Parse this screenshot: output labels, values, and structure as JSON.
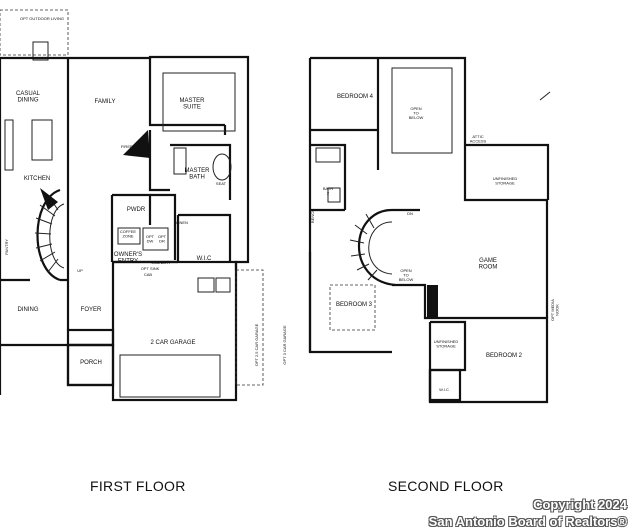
{
  "first_floor": {
    "title": "FIRST FLOOR",
    "rooms": {
      "opt_outdoor_living": "OPT OUTDOOR LIVING",
      "casual_dining": "CASUAL\nDINING",
      "family": "FAMILY",
      "master_suite": "MASTER\nSUITE",
      "fireplace": "FIREPLACE",
      "kitchen": "KITCHEN",
      "master_bath": "MASTER\nBATH",
      "seat": "SEAT",
      "pwdr": "PWDR",
      "linen": "LINEN",
      "coffee_zone": "COFFEE\nZONE",
      "opt_dw": "OPT\nDW",
      "opt_dr": "OPT\nDR",
      "owners_entry": "OWNER'S\nENTRY",
      "laundry": "LAUNDRY",
      "opt_sink": "OPT SINK",
      "cab": "CAB",
      "wic": "W.I.C",
      "dining": "DINING",
      "foyer": "FOYER",
      "porch": "PORCH",
      "garage": "2 CAR GARAGE",
      "opt_25_garage": "OPT 2.5 CAR GARAGE",
      "opt_3_garage": "OPT 3 CAR GARAGE",
      "pantry": "PANTRY",
      "up": "UP"
    }
  },
  "second_floor": {
    "title": "SECOND FLOOR",
    "rooms": {
      "bedroom4": "BEDROOM 4",
      "open_below": "OPEN\nTO\nBELOW",
      "attic_access": "ATTIC\nACCESS",
      "unfinished_storage": "UNFINISHED\nSTORAGE",
      "bath": "BATH\n2",
      "game_room": "GAME\nROOM",
      "open_below_2": "OPEN\nTO\nBELOW",
      "bedroom3": "BEDROOM 3",
      "unfinished_storage_2": "UNFINISHED\nSTORAGE",
      "bedroom2": "BEDROOM 2",
      "wic": "W.I.C",
      "dn": "DN",
      "opt_media_nook": "OPT MEDIA\nNOOK",
      "bench": "BENCH"
    }
  },
  "watermark": "Copyright 2024\nSan Antonio Board of Realtors®"
}
